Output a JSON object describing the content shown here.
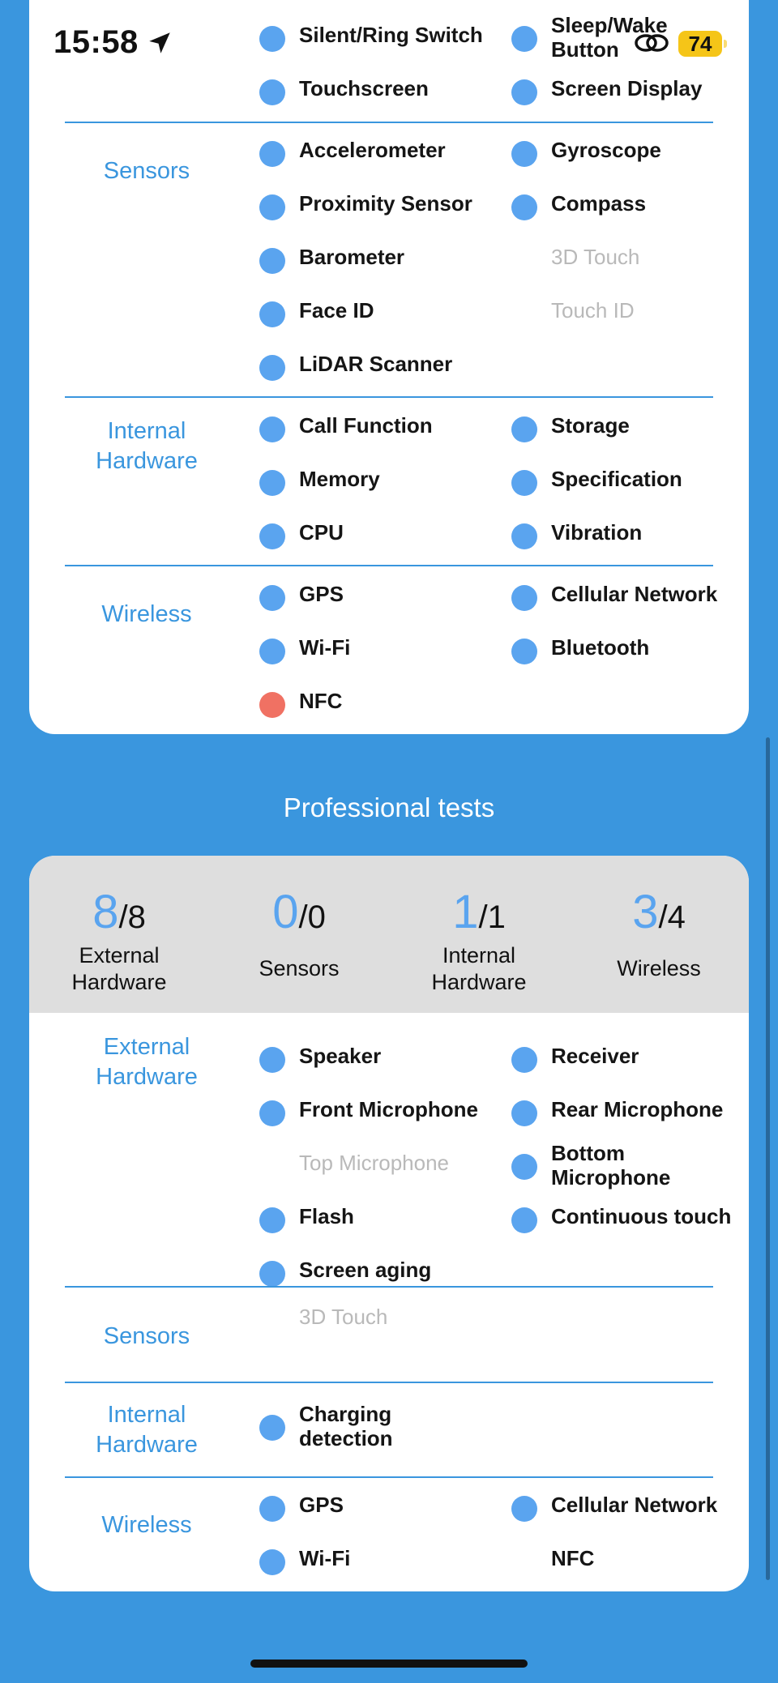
{
  "status_bar": {
    "time": "15:58",
    "battery": "74"
  },
  "top_card": {
    "external_hardware_rows": [
      [
        "Silent/Ring Switch",
        "Sleep/Wake Button"
      ],
      [
        "Touchscreen",
        "Screen Display"
      ]
    ],
    "sensors": {
      "label": "Sensors",
      "items": [
        {
          "label": "Accelerometer",
          "state": "on"
        },
        {
          "label": "Gyroscope",
          "state": "on"
        },
        {
          "label": "Proximity Sensor",
          "state": "on"
        },
        {
          "label": "Compass",
          "state": "on"
        },
        {
          "label": "Barometer",
          "state": "on"
        },
        {
          "label": "3D Touch",
          "state": "off"
        },
        {
          "label": "Face ID",
          "state": "on"
        },
        {
          "label": "Touch ID",
          "state": "off"
        },
        {
          "label": "LiDAR Scanner",
          "state": "on"
        }
      ]
    },
    "internal_hardware": {
      "label_line1": "Internal",
      "label_line2": "Hardware",
      "items": [
        {
          "label": "Call Function",
          "state": "on"
        },
        {
          "label": "Storage",
          "state": "on"
        },
        {
          "label": "Memory",
          "state": "on"
        },
        {
          "label": "Specification",
          "state": "on"
        },
        {
          "label": "CPU",
          "state": "on"
        },
        {
          "label": "Vibration",
          "state": "on"
        }
      ]
    },
    "wireless": {
      "label": "Wireless",
      "items": [
        {
          "label": "GPS",
          "state": "on"
        },
        {
          "label": "Cellular Network",
          "state": "on"
        },
        {
          "label": "Wi-Fi",
          "state": "on"
        },
        {
          "label": "Bluetooth",
          "state": "on"
        },
        {
          "label": "NFC",
          "state": "fail"
        }
      ]
    }
  },
  "professional": {
    "heading": "Professional tests",
    "summary": [
      {
        "passed": "8",
        "total": "/8",
        "line1": "External",
        "line2": "Hardware"
      },
      {
        "passed": "0",
        "total": "/0",
        "line1": "Sensors",
        "line2": ""
      },
      {
        "passed": "1",
        "total": "/1",
        "line1": "Internal",
        "line2": "Hardware"
      },
      {
        "passed": "3",
        "total": "/4",
        "line1": "Wireless",
        "line2": ""
      }
    ],
    "external_hardware": {
      "label_line1": "External",
      "label_line2": "Hardware",
      "items": [
        {
          "label": "Speaker",
          "state": "on"
        },
        {
          "label": "Receiver",
          "state": "on"
        },
        {
          "label": "Front Microphone",
          "state": "on"
        },
        {
          "label": "Rear Microphone",
          "state": "on"
        },
        {
          "label": "Top Microphone",
          "state": "off"
        },
        {
          "label": "Bottom Microphone",
          "state": "on"
        },
        {
          "label": "Flash",
          "state": "on"
        },
        {
          "label": "Continuous touch",
          "state": "on"
        },
        {
          "label": "Screen aging",
          "state": "on"
        }
      ]
    },
    "sensors": {
      "label": "Sensors",
      "items": [
        {
          "label": "3D Touch",
          "state": "off"
        }
      ]
    },
    "internal_hardware": {
      "label_line1": "Internal",
      "label_line2": "Hardware",
      "items": [
        {
          "label": "Charging detection",
          "state": "on"
        }
      ]
    },
    "wireless": {
      "label": "Wireless",
      "items": [
        {
          "label": "GPS",
          "state": "on"
        },
        {
          "label": "Cellular Network",
          "state": "on"
        },
        {
          "label": "Wi-Fi",
          "state": "on"
        },
        {
          "label": "NFC",
          "state": "plain"
        }
      ]
    }
  },
  "colors": {
    "background": "#3a96de",
    "dot": "#5aa4ef",
    "fail": "#f07163",
    "battery": "#f5c518"
  }
}
